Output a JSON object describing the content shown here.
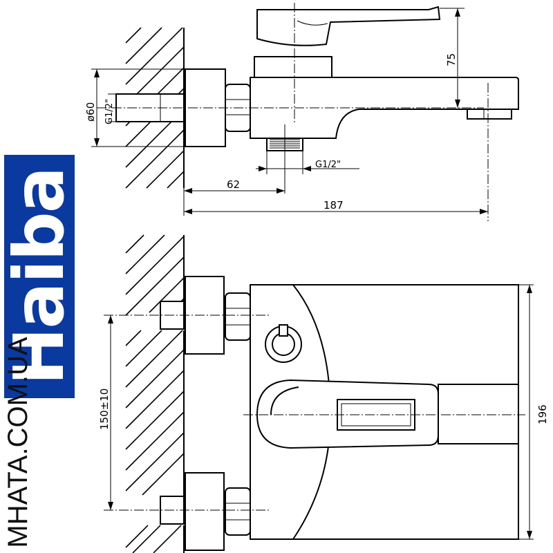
{
  "brand": {
    "name": "Haiba",
    "color": "#0a3aa0",
    "site": "MHATA.COM.UA"
  },
  "dimensions": {
    "height_75": "75",
    "diameter_60": "ø60",
    "thread_left": "G1/2\"",
    "thread_bottom": "G1/2\"",
    "length_62": "62",
    "length_187": "187",
    "spacing": "150±10",
    "width_196": "196"
  }
}
